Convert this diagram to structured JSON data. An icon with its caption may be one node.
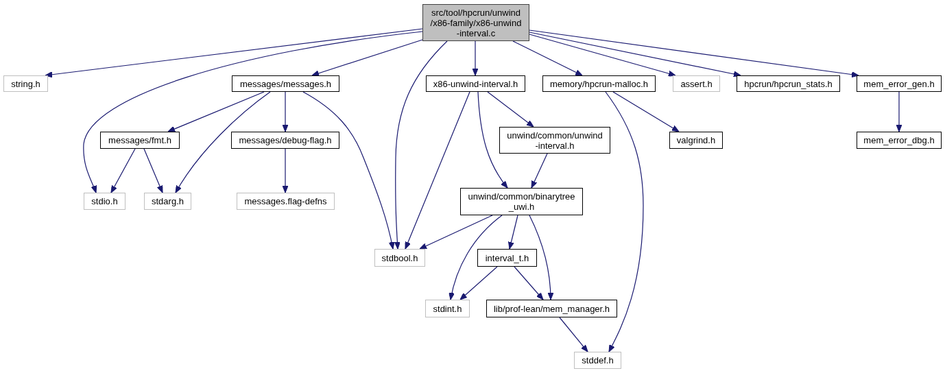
{
  "diagram": {
    "nodes": [
      {
        "text": [
          "src/tool/hpcrun/unwind /x86-family/x86-unwind -interval.c"
        ]
      },
      {
        "text": [
          "string.h"
        ]
      },
      {
        "text": [
          "messages/messages.h"
        ]
      },
      {
        "text": [
          "x86-unwind-interval.h"
        ]
      },
      {
        "text": [
          "memory/hpcrun-malloc.h"
        ]
      },
      {
        "text": [
          "assert.h"
        ]
      },
      {
        "text": [
          "hpcrun/hpcrun_stats.h"
        ]
      },
      {
        "text": [
          "mem_error_gen.h"
        ]
      },
      {
        "text": [
          "messages/fmt.h"
        ]
      },
      {
        "text": [
          "messages/debug-flag.h"
        ]
      },
      {
        "text": [
          "unwind/common/unwind -interval.h"
        ]
      },
      {
        "text": [
          "valgrind.h"
        ]
      },
      {
        "text": [
          "mem_error_dbg.h"
        ]
      },
      {
        "text": [
          "stdio.h"
        ]
      },
      {
        "text": [
          "stdarg.h"
        ]
      },
      {
        "text": [
          "messages.flag-defns"
        ]
      },
      {
        "text": [
          "unwind/common/binarytree _uwi.h"
        ]
      },
      {
        "text": [
          "stdbool.h"
        ]
      },
      {
        "text": [
          "interval_t.h"
        ]
      },
      {
        "text": [
          "stdint.h"
        ]
      },
      {
        "text": [
          "lib/prof-lean/mem_manager.h"
        ]
      },
      {
        "text": [
          "stddef.h"
        ]
      }
    ],
    "edges": [
      {
        "from": 0,
        "to": 1,
        "arrow": "to"
      },
      {
        "from": 0,
        "to": 13,
        "arrow": "to"
      },
      {
        "from": 0,
        "to": 2,
        "arrow": "to"
      },
      {
        "from": 0,
        "to": 17,
        "arrow": "to"
      },
      {
        "from": 0,
        "to": 3,
        "arrow": "to"
      },
      {
        "from": 0,
        "to": 4,
        "arrow": "to"
      },
      {
        "from": 0,
        "to": 5,
        "arrow": "to"
      },
      {
        "from": 0,
        "to": 6,
        "arrow": "to"
      },
      {
        "from": 0,
        "to": 7,
        "arrow": "to"
      },
      {
        "from": 2,
        "to": 8,
        "arrow": "to"
      },
      {
        "from": 2,
        "to": 14,
        "arrow": "to"
      },
      {
        "from": 2,
        "to": 9,
        "arrow": "to"
      },
      {
        "from": 2,
        "to": 17,
        "arrow": "to"
      },
      {
        "from": 3,
        "to": 17,
        "arrow": "to"
      },
      {
        "from": 3,
        "to": 10,
        "arrow": "to"
      },
      {
        "from": 3,
        "to": 16,
        "arrow": "to"
      },
      {
        "from": 4,
        "to": 11,
        "arrow": "to"
      },
      {
        "from": 4,
        "to": 21,
        "arrow": "to"
      },
      {
        "from": 7,
        "to": 12,
        "arrow": "to"
      },
      {
        "from": 8,
        "to": 13,
        "arrow": "to"
      },
      {
        "from": 8,
        "to": 14,
        "arrow": "to"
      },
      {
        "from": 9,
        "to": 15,
        "arrow": "to"
      },
      {
        "from": 10,
        "to": 16,
        "arrow": "to"
      },
      {
        "from": 16,
        "to": 17,
        "arrow": "to"
      },
      {
        "from": 16,
        "to": 19,
        "arrow": "to"
      },
      {
        "from": 16,
        "to": 18,
        "arrow": "to"
      },
      {
        "from": 16,
        "to": 20,
        "arrow": "to"
      },
      {
        "from": 18,
        "to": 19,
        "arrow": "to"
      },
      {
        "from": 18,
        "to": 20,
        "arrow": "to"
      },
      {
        "from": 20,
        "to": 21,
        "arrow": "to"
      }
    ]
  }
}
